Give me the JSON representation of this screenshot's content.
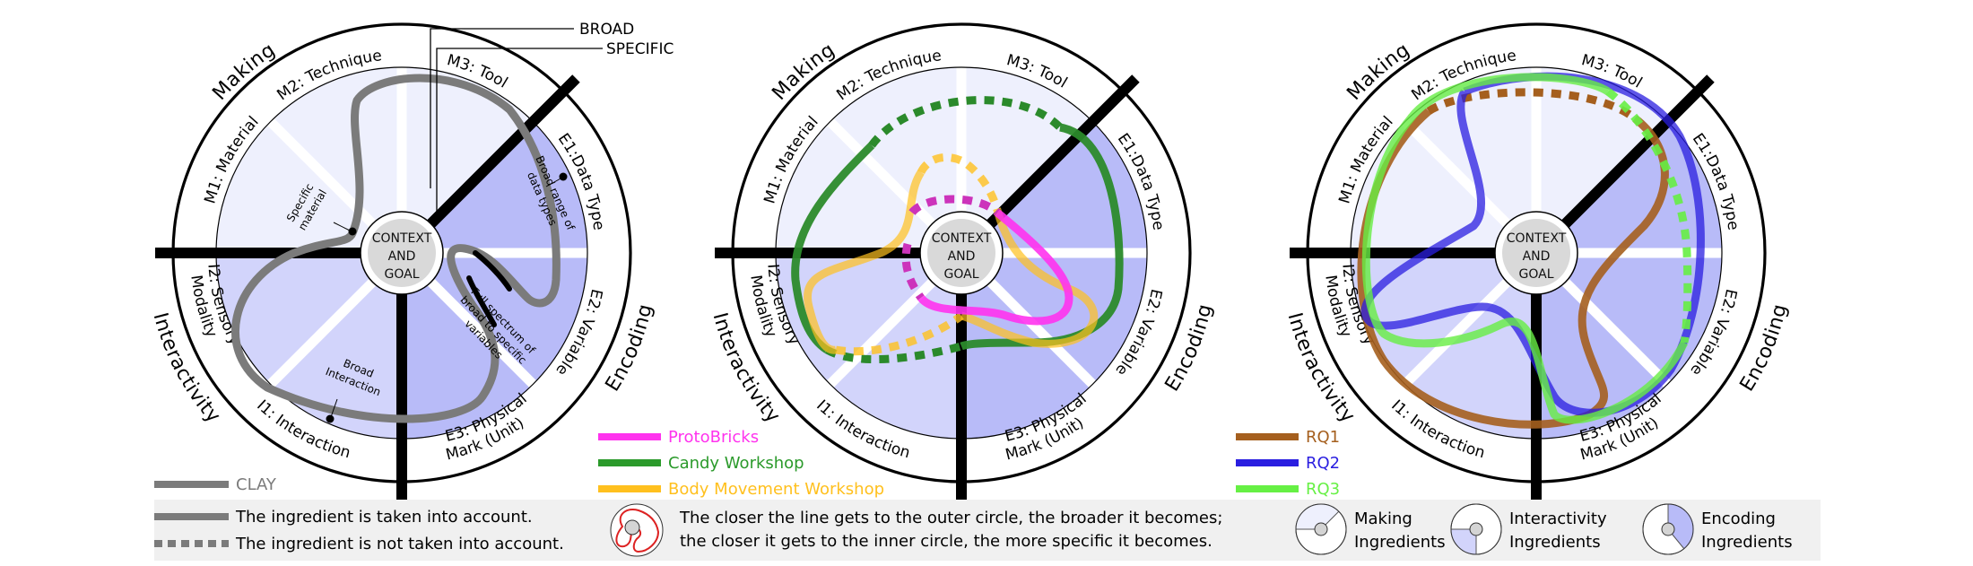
{
  "diagram": {
    "title": "Ingredient wheels: Making, Interactivity, Encoding",
    "center_label": [
      "CONTEXT",
      "AND",
      "GOAL"
    ],
    "dimensions": {
      "making": "Making",
      "interactivity": "Interactivity",
      "encoding": "Encoding"
    },
    "ingredients": {
      "m1": "M1: Material",
      "m2": "M2: Technique",
      "m3": "M3: Tool",
      "e1": "E1:Data Type",
      "e2": "E2: Variable",
      "e3a": "E3: Physical",
      "e3b": "Mark (Unit)",
      "i1": "I1: Interaction",
      "i2a": "I2: Sensory",
      "i2b": "Modality"
    },
    "scale_callouts": {
      "broad": "BROAD",
      "specific": "SPECIFIC"
    },
    "colors": {
      "making_fill": "#eef0fd",
      "interactivity_fill": "#d2d4fb",
      "encoding_fill": "#b8bbf8",
      "context_fill": "#d9d9d9",
      "clay": "#7b7b7b",
      "protobricks": "#ff33ee",
      "candy": "#2b8a2b",
      "body": "#ffc01e",
      "rq1": "#a55f1e",
      "rq2": "#3322dd",
      "rq3": "#66ee44",
      "scale_icon": "#dd2222",
      "legend_band": "#f0f0f0"
    }
  },
  "panel1": {
    "annotations": {
      "specific_material": [
        "Specific",
        "material"
      ],
      "broad_data_types": [
        "Broad range of",
        "data types"
      ],
      "full_spectrum": [
        "Full spectrum of",
        "broad to specific",
        "variables"
      ],
      "broad_interaction": [
        "Broad",
        "Interaction"
      ]
    },
    "legend": [
      {
        "label": "CLAY",
        "color": "#7b7b7b"
      }
    ]
  },
  "panel2": {
    "legend": [
      {
        "label": "ProtoBricks",
        "color": "#ff33ee"
      },
      {
        "label": "Candy Workshop",
        "color": "#2b9a2b"
      },
      {
        "label": "Body Movement Workshop",
        "color": "#ffc01e"
      }
    ]
  },
  "panel3": {
    "legend": [
      {
        "label": "RQ1",
        "color": "#a55f1e"
      },
      {
        "label": "RQ2",
        "color": "#2a1ee0"
      },
      {
        "label": "RQ3",
        "color": "#66f044"
      }
    ]
  },
  "key": {
    "solid": "The ingredient is taken into account.",
    "dashed": "The ingredient is not taken into account.",
    "scale_line1": "The closer the line gets to the outer circle, the broader it becomes;",
    "scale_line2": "the closer it gets to the inner circle, the more specific it becomes.",
    "making_ingredients": [
      "Making",
      "Ingredients"
    ],
    "interactivity_ingredients": [
      "Interactivity",
      "Ingredients"
    ],
    "encoding_ingredients": [
      "Encoding",
      "Ingredients"
    ]
  }
}
